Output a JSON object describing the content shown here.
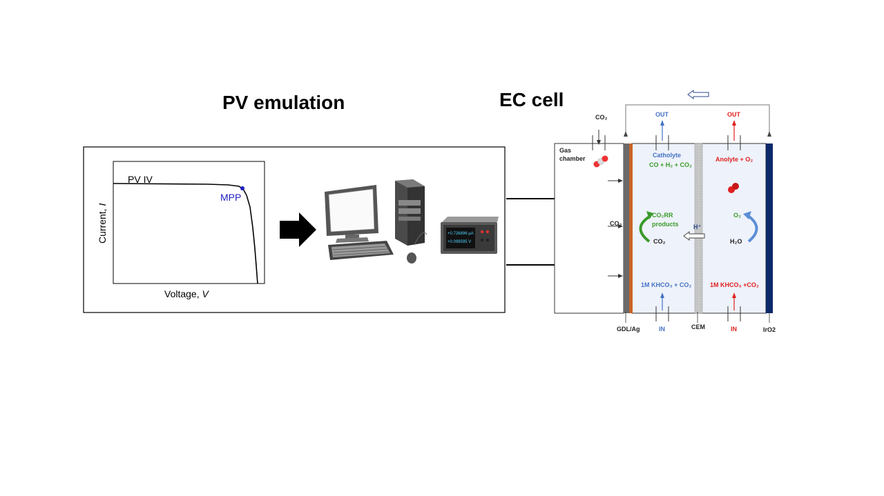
{
  "titles": {
    "pv_emulation": "PV emulation",
    "ec_cell": "EC cell"
  },
  "pv_plot": {
    "curve_label": "PV IV",
    "mpp_label": "MPP",
    "y_label_prefix": "Current, ",
    "y_label_var": "I",
    "x_label_prefix": "Voltage, ",
    "x_label_var": "V"
  },
  "instrument": {
    "reading_current": "+0.726896 µA",
    "reading_voltage": "+0.099595 V"
  },
  "ec_cell": {
    "co2_top": "CO₂",
    "gas_chamber_1": "Gas",
    "gas_chamber_2": "chamber",
    "out_catholyte": "OUT",
    "out_anolyte": "OUT",
    "catholyte_1": "Catholyte",
    "catholyte_2": "CO + H₂ + CO₂",
    "anolyte": "Anolyte + O₂",
    "co2_side": "CO₂",
    "co2rr_1": "CO₂RR",
    "co2rr_2": "products",
    "co2_loop": "CO₂",
    "proton": "H⁺",
    "o2": "O₂",
    "h2o": "H₂O",
    "cath_inlet": "1M KHCO₃ + CO₂",
    "an_inlet": "1M KHCO₃ +CO₂",
    "gdl": "GDL/Ag",
    "in_cath": "IN",
    "cem": "CEM",
    "in_an": "IN",
    "iro2": "IrO2"
  },
  "colors": {
    "blue_label": "#4472c4",
    "red_label": "#e02020",
    "green_label": "#3a9a2a",
    "mpp": "#2020c0",
    "electrode_brown": "#c86428",
    "electrode_navy": "#0c2a6a",
    "electrolyte_bg": "#eef2fa"
  }
}
